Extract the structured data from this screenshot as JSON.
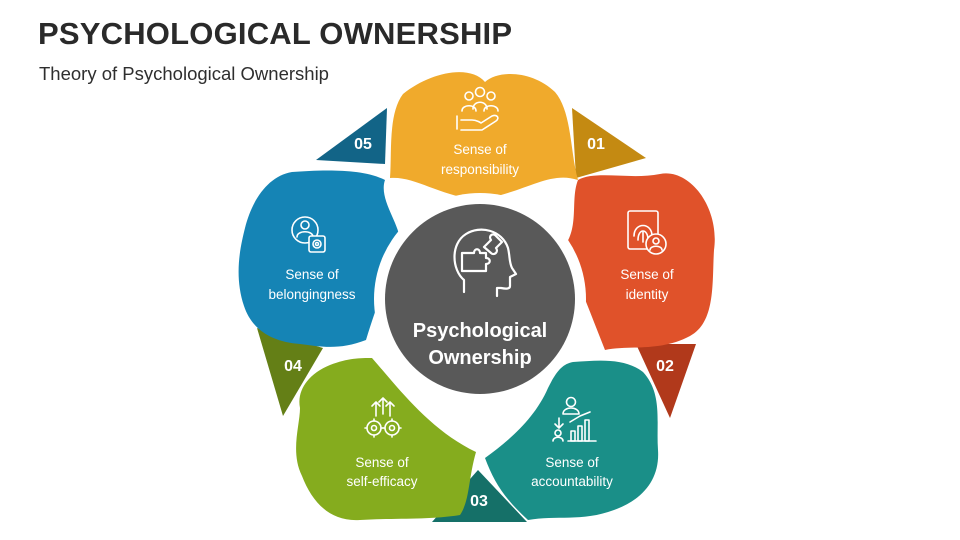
{
  "title": "PSYCHOLOGICAL OWNERSHIP",
  "subtitle": "Theory of Psychological Ownership",
  "center": {
    "line1": "Psychological",
    "line2": "Ownership",
    "color": "#595959",
    "icon": "head-puzzle-icon"
  },
  "items": [
    {
      "number": "01",
      "line1": "Sense of",
      "line2": "responsibility",
      "color": "#F0AA2C",
      "number_color": "#C48A12",
      "icon": "team-in-hand-icon"
    },
    {
      "number": "02",
      "line1": "Sense of",
      "line2": "identity",
      "color": "#E0522A",
      "number_color": "#B1391B",
      "icon": "fingerprint-id-icon"
    },
    {
      "number": "03",
      "line1": "Sense of",
      "line2": "accountability",
      "color": "#1A8F88",
      "number_color": "#157068",
      "icon": "report-chart-icon"
    },
    {
      "number": "04",
      "line1": "Sense of",
      "line2": "self-efficacy",
      "color": "#85AC1E",
      "number_color": "#647F16",
      "icon": "gears-growth-icon"
    },
    {
      "number": "05",
      "line1": "Sense of",
      "line2": "belongingness",
      "color": "#1584B5",
      "number_color": "#126487",
      "icon": "person-badge-icon"
    }
  ]
}
